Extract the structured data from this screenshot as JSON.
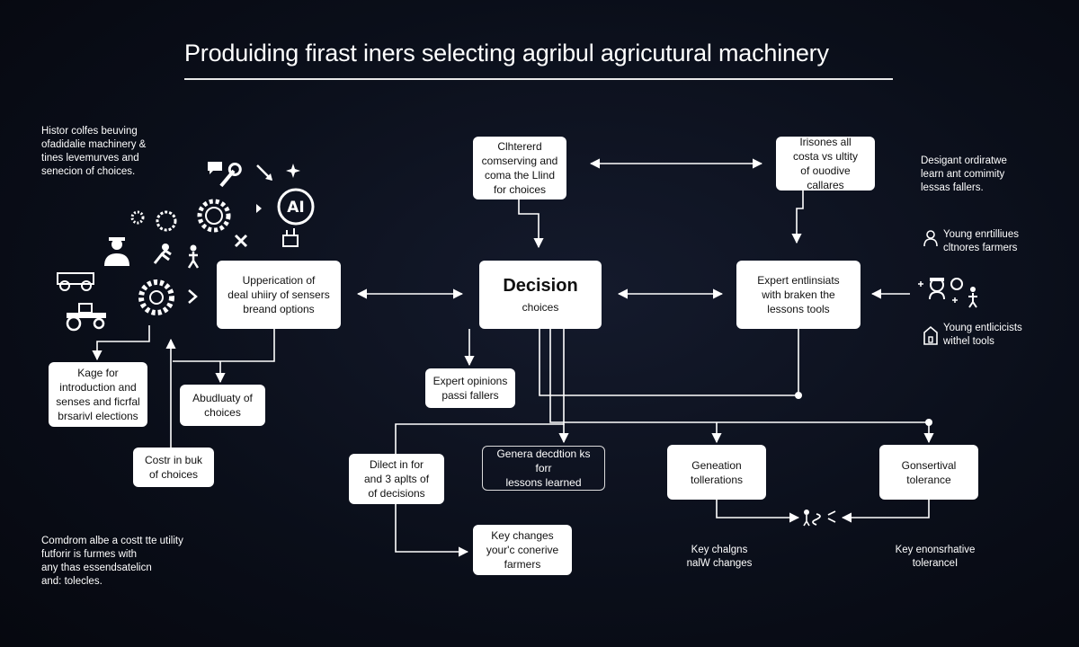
{
  "title": "Produiding firast iners selecting agribul agricutural machinery",
  "left_note_top": "Histor colfes beuving\nofadidalie machinery &\ntines levemurves and\nsenecion of choices.",
  "left_note_bottom": "Comdrom albe a costt tte utility\nfutforir is furmes with\nany thas essendsatelicn\nand: tolecles.",
  "right_note_top": "Desigant ordiratwe\nlearn ant comimity\nlessas fallers.",
  "right_note_young1": "Young enrtilliues\ncltnores farmers",
  "right_note_young2": "Young entlicicists\nwithel tools",
  "bottom_left_label": "Key chalgns\nnalW changes",
  "bottom_right_label": "Key enonsrhative\ntoleranceI",
  "boxes": {
    "clustered": "Clhtererd\ncomserving and\ncoma the Llind\nfor choices",
    "issues": "Irisones all\ncosta vs ultity\nof ouodive callares",
    "upper": "Upperication of\ndeal uhiiry of sensers\nbreand options",
    "decision_main": "Decision",
    "decision_sub": "choices",
    "expert_top": "Expert entlinsiats\nwith braken the\nlessons tools",
    "usage": "Kage for\nintroduction and\nsenses and ficrfal\nbrsarivl elections",
    "abundance": "Abudluaty of\nchoices",
    "expert_opinions": "Expert opinions\npassi fallers",
    "cost": "Costr in buk\nof choices",
    "direct": "Dilect in for\nand 3 aplts of\nof decisions",
    "general": "Genera decdtion ks forr\nlessons learned",
    "generation": "Geneation\ntollerations",
    "conservative": "Gonsertival\ntolerance",
    "key_changes": "Key changes\nyour'c conerive\nfarmers"
  },
  "icons": {
    "ai_badge": "AI"
  }
}
